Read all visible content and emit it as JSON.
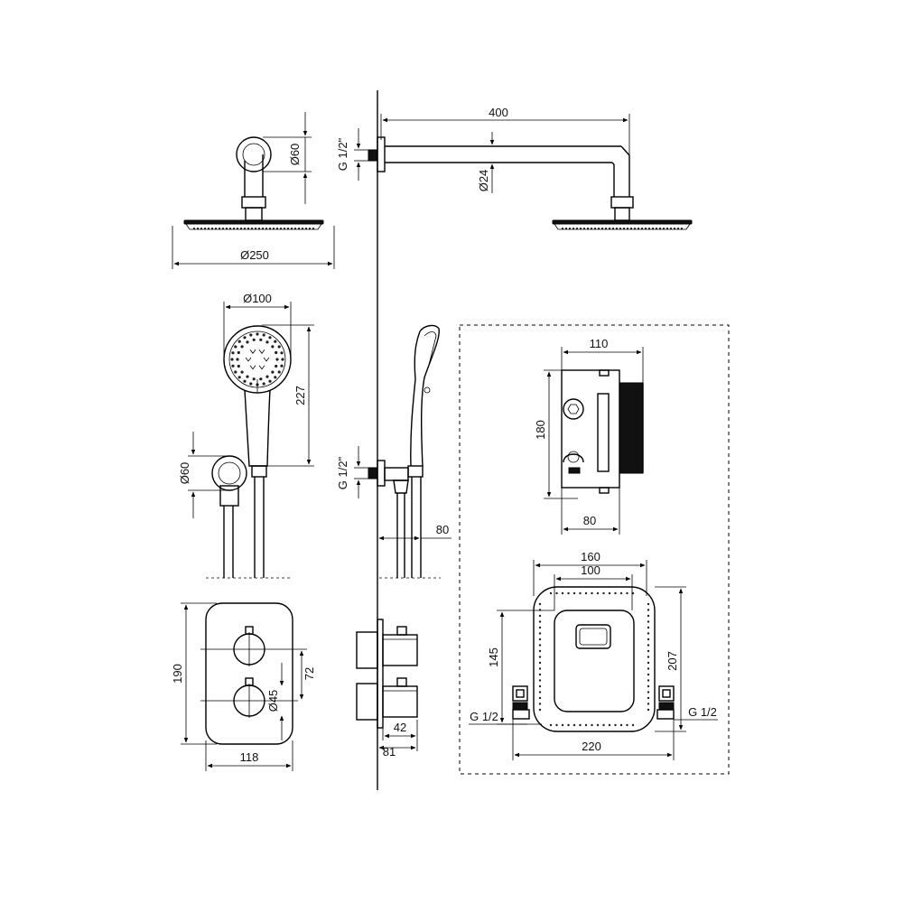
{
  "labels": {
    "overhead_diameter": "Ø60",
    "overhead_head_width": "Ø250",
    "arm_length": "400",
    "arm_thread": "G 1/2\"",
    "arm_diameter": "Ø24",
    "hand_head_width": "Ø100",
    "hand_length": "227",
    "hand_holder_diameter": "Ø60",
    "hand_thread": "G 1/2\"",
    "hand_depth": "80",
    "panel_height": "190",
    "panel_knob_spacing": "72",
    "panel_knob_diameter": "Ø45",
    "panel_width": "118",
    "panel_depth_knob": "42",
    "panel_depth": "81",
    "box_width_top": "110",
    "box_height": "180",
    "box_depth": "80",
    "body_width_outer": "160",
    "body_width_inner": "100",
    "body_height_inner": "145",
    "body_height_outer": "207",
    "body_thread_left": "G 1/2",
    "body_thread_right": "G 1/2",
    "body_total_width": "220"
  }
}
